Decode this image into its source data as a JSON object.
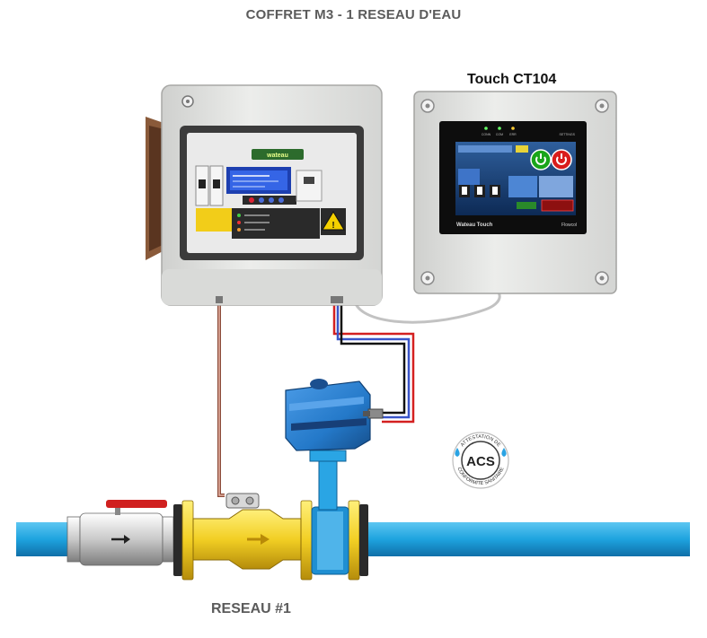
{
  "title": "COFFRET M3 - 1 RESEAU  D'EAU",
  "touch_label": "Touch CT104",
  "network_label": "RESEAU #1",
  "acs": {
    "center": "ACS",
    "arc_top": "ATTESTATION DE",
    "arc_bottom": "CONFORMITE SANITAIRE"
  },
  "touch_screen": {
    "leds": [
      "CONN",
      "COM",
      "ERR"
    ],
    "top_right": "SETTINGS",
    "brand": "Wateau Touch",
    "corner_logo": "Flowcol"
  },
  "colors": {
    "water": "#1ea3df",
    "valve_body": "#f2cf24",
    "actuator": "#2479c9",
    "flange": "#f3d21b",
    "enclosure": "#e4e5e3",
    "handle": "#d0201f"
  }
}
